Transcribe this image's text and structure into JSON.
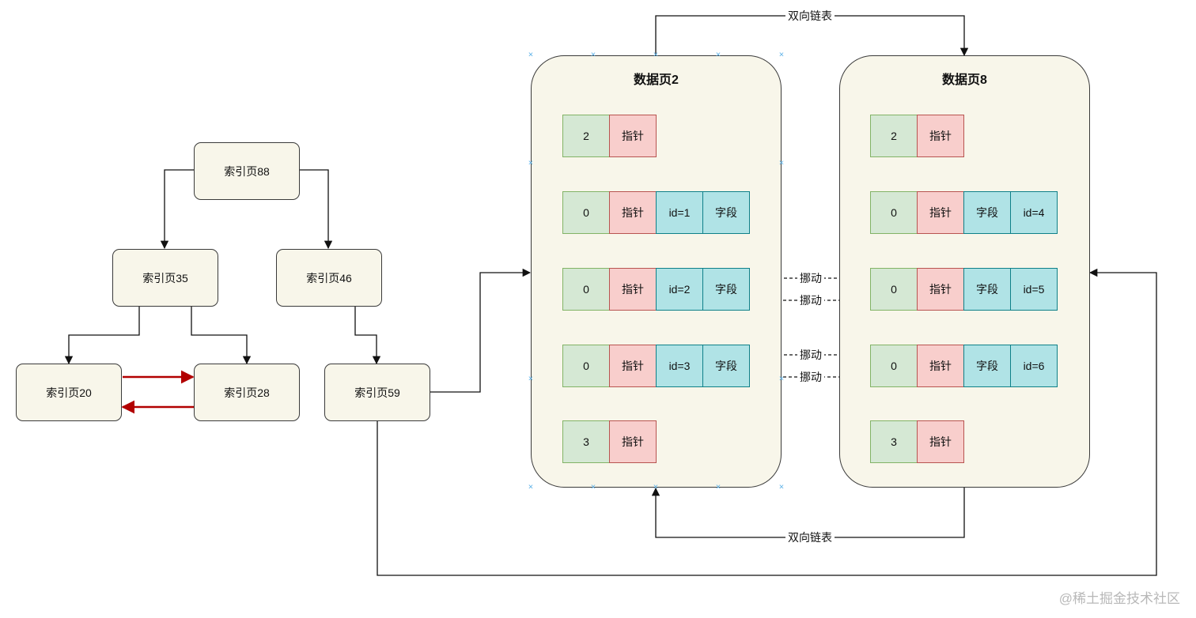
{
  "index_pages": {
    "p88": "索引页88",
    "p35": "索引页35",
    "p46": "索引页46",
    "p20": "索引页20",
    "p28": "索引页28",
    "p59": "索引页59"
  },
  "data_page_2": {
    "title": "数据页2",
    "rows": [
      [
        "2",
        "指针"
      ],
      [
        "0",
        "指针",
        "id=1",
        "字段"
      ],
      [
        "0",
        "指针",
        "id=2",
        "字段"
      ],
      [
        "0",
        "指针",
        "id=3",
        "字段"
      ],
      [
        "3",
        "指针"
      ]
    ]
  },
  "data_page_8": {
    "title": "数据页8",
    "rows": [
      [
        "2",
        "指针"
      ],
      [
        "0",
        "指针",
        "字段",
        "id=4"
      ],
      [
        "0",
        "指针",
        "字段",
        "id=5"
      ],
      [
        "0",
        "指针",
        "字段",
        "id=6"
      ],
      [
        "3",
        "指针"
      ]
    ]
  },
  "labels": {
    "linked_list_top": "双向链表",
    "linked_list_bottom": "双向链表",
    "move_1": "挪动",
    "move_2": "挪动",
    "move_3": "挪动",
    "move_4": "挪动"
  },
  "watermark": "@稀土掘金技术社区",
  "colors": {
    "node_fill": "#f8f6ea",
    "green": "#d5e8d4",
    "red": "#f8cecc",
    "cyan": "#b0e3e6",
    "red_arrow": "#b20000"
  }
}
